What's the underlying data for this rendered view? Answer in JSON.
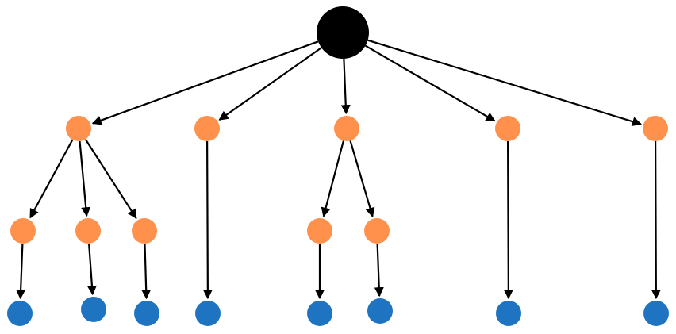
{
  "colors": {
    "root": "#000000",
    "level1": "#FF914D",
    "level2": "#FF914D",
    "leaf": "#1F74C2",
    "edge": "#000000"
  },
  "nodes": [
    {
      "id": "root",
      "kind": "root"
    },
    {
      "id": "a",
      "kind": "level1"
    },
    {
      "id": "b",
      "kind": "level1"
    },
    {
      "id": "c",
      "kind": "level1"
    },
    {
      "id": "d",
      "kind": "level1"
    },
    {
      "id": "e",
      "kind": "level1"
    },
    {
      "id": "a1",
      "kind": "level2"
    },
    {
      "id": "a2",
      "kind": "level2"
    },
    {
      "id": "a3",
      "kind": "level2"
    },
    {
      "id": "c1",
      "kind": "level2"
    },
    {
      "id": "c2",
      "kind": "level2"
    },
    {
      "id": "a1x",
      "kind": "leaf"
    },
    {
      "id": "a2x",
      "kind": "leaf"
    },
    {
      "id": "a3x",
      "kind": "leaf"
    },
    {
      "id": "bx",
      "kind": "leaf"
    },
    {
      "id": "c1x",
      "kind": "leaf"
    },
    {
      "id": "c2x",
      "kind": "leaf"
    },
    {
      "id": "dx",
      "kind": "leaf"
    },
    {
      "id": "ex",
      "kind": "leaf"
    }
  ],
  "edges": [
    [
      "root",
      "a"
    ],
    [
      "root",
      "b"
    ],
    [
      "root",
      "c"
    ],
    [
      "root",
      "d"
    ],
    [
      "root",
      "e"
    ],
    [
      "a",
      "a1"
    ],
    [
      "a",
      "a2"
    ],
    [
      "a",
      "a3"
    ],
    [
      "c",
      "c1"
    ],
    [
      "c",
      "c2"
    ],
    [
      "a1",
      "a1x"
    ],
    [
      "a2",
      "a2x"
    ],
    [
      "a3",
      "a3x"
    ],
    [
      "b",
      "bx"
    ],
    [
      "c1",
      "c1x"
    ],
    [
      "c2",
      "c2x"
    ],
    [
      "d",
      "dx"
    ],
    [
      "e",
      "ex"
    ]
  ]
}
